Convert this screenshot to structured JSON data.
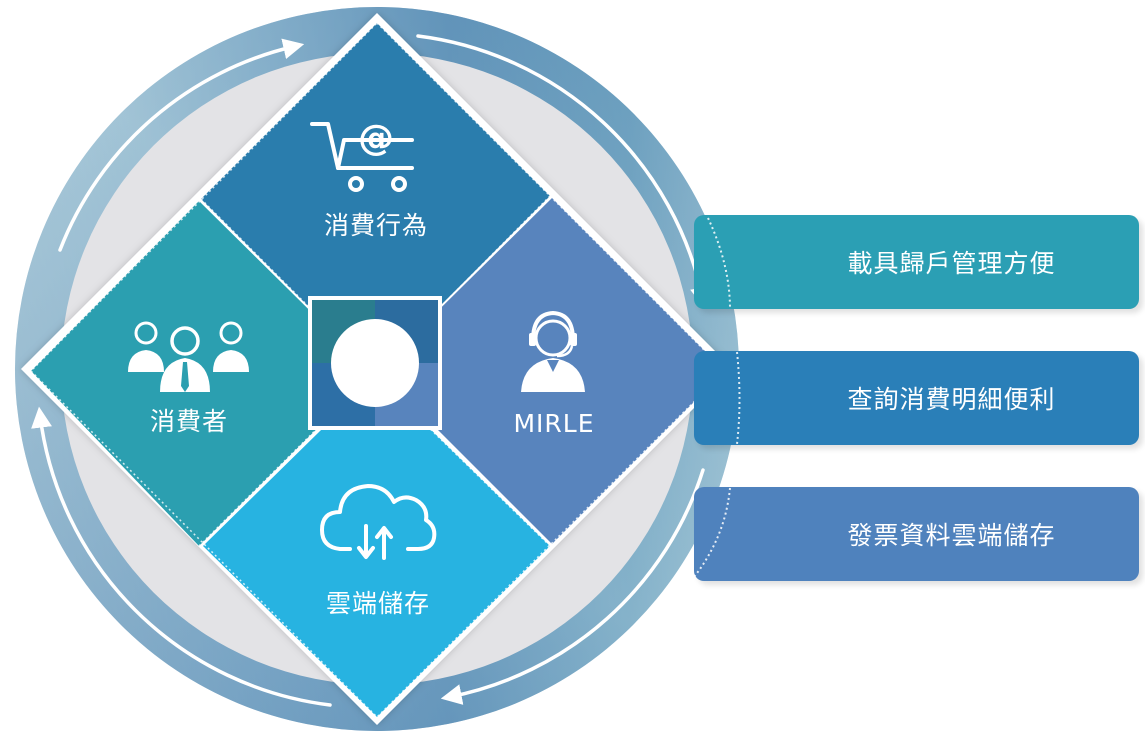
{
  "colors": {
    "ring_light": "#b5d3e0",
    "ring_dark": "#4f85b0",
    "inner_disc": "#e3e3e6",
    "quadrant_top": "#2a7dad",
    "quadrant_left": "#2b9fb0",
    "quadrant_right": "#5884bd",
    "quadrant_bottom": "#27b3e1",
    "tab_1": "#2b9fb4",
    "tab_2": "#2a7fb8",
    "tab_3": "#4f82bd"
  },
  "quadrants": {
    "top": {
      "label": "消費行為",
      "icon": "shopping-cart-at-icon"
    },
    "left": {
      "label": "消費者",
      "icon": "people-group-icon"
    },
    "right": {
      "label": "MIRLE",
      "icon": "customer-service-agent-icon"
    },
    "bottom": {
      "label": "雲端儲存",
      "icon": "cloud-upload-download-icon"
    }
  },
  "features": [
    {
      "label": "載具歸戶管理方便"
    },
    {
      "label": "查詢消費明細便利"
    },
    {
      "label": "發票資料雲端儲存"
    }
  ]
}
